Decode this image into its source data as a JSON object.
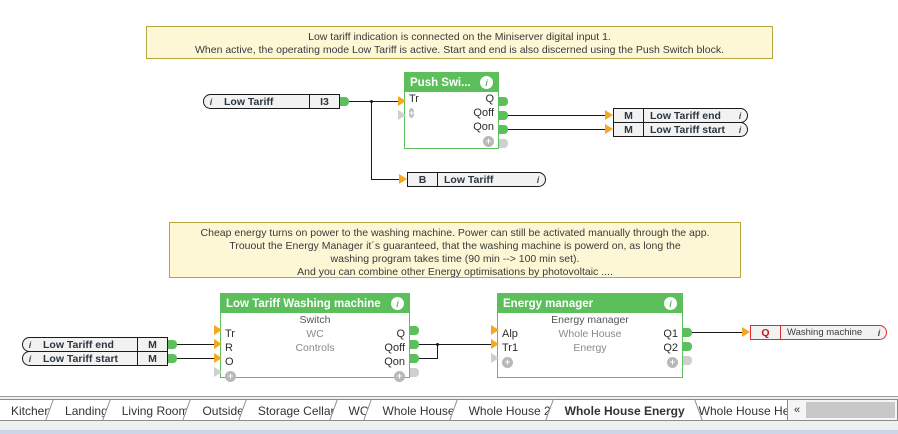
{
  "app": {
    "editor": "loxone-config-programming-page"
  },
  "notes": [
    {
      "name": "note-low-tariff",
      "lines": [
        "Low tariff indication is connected on the Miniserver digital input 1.",
        "When active, the operating mode Low Tariff is active. Start and end is also discerned using the Push Switch block."
      ]
    },
    {
      "name": "note-cheap-energy",
      "lines": [
        "Cheap energy turns on power to the washing machine. Power can still be activated manually through the app.",
        "Trouout the Energy Manager it´s guaranteed, that the washing machine is powerd on, as long the",
        "washing program takes time (90 min --> 100 min set).",
        "And you can combine other Energy optimisations by photovoltaic ...."
      ]
    }
  ],
  "io_blocks": {
    "low_tariff_input": {
      "label": "Low Tariff",
      "tag": "I3",
      "info": "i"
    },
    "low_tariff_end_out": {
      "label": "Low Tariff end",
      "tag": "M",
      "info": "i"
    },
    "low_tariff_start_out": {
      "label": "Low Tariff start",
      "tag": "M",
      "info": "i"
    },
    "low_tariff_flag": {
      "label": "Low Tariff",
      "tag": "B",
      "info": "i"
    },
    "low_tariff_end_in": {
      "label": "Low Tariff end",
      "tag": "M",
      "info": "i"
    },
    "low_tariff_start_in": {
      "label": "Low Tariff start",
      "tag": "M",
      "info": "i"
    },
    "washing_machine_out": {
      "label": "Washing machine",
      "tag": "Q",
      "info": "i"
    }
  },
  "function_blocks": {
    "push_switch": {
      "title": "Push Swi...",
      "info": "i",
      "subtitle": "",
      "inputs": [
        "Tr"
      ],
      "outputs": [
        "Q",
        "Qoff",
        "Qon"
      ],
      "plus": "+"
    },
    "low_tariff_washing_machine": {
      "title": "Low Tariff Washing machine",
      "info": "i",
      "subtitle": "Switch",
      "inputs": [
        "Tr",
        "R",
        "O"
      ],
      "mid": [
        "WC",
        "Controls"
      ],
      "outputs": [
        "Q",
        "Qoff",
        "Qon"
      ],
      "plus": "+"
    },
    "energy_manager": {
      "title": "Energy manager",
      "info": "i",
      "subtitle": "Energy manager",
      "inputs": [
        "Alp",
        "Tr1"
      ],
      "mid": [
        "Whole House",
        "Energy"
      ],
      "outputs": [
        "Q1",
        "Q2"
      ],
      "plus": "+"
    }
  },
  "tabs": [
    {
      "label": "Kitchen",
      "active": false
    },
    {
      "label": "Landing",
      "active": false
    },
    {
      "label": "Living Room",
      "active": false
    },
    {
      "label": "Outside",
      "active": false
    },
    {
      "label": "Storage Cellar",
      "active": false
    },
    {
      "label": "WC",
      "active": false
    },
    {
      "label": "Whole House",
      "active": false
    },
    {
      "label": "Whole House 2",
      "active": false
    },
    {
      "label": "Whole House Energy",
      "active": true
    },
    {
      "label": "Whole House Heating",
      "active": false
    }
  ],
  "tab_scroll": {
    "left_arrow": "«"
  },
  "colors": {
    "block_green": "#5cbf5c",
    "note_bg": "#fdf7d6",
    "note_border": "#b5a642",
    "connector_orange": "#f5a623",
    "output_red": "#e02b2b",
    "wire": "#1a1a1a"
  }
}
